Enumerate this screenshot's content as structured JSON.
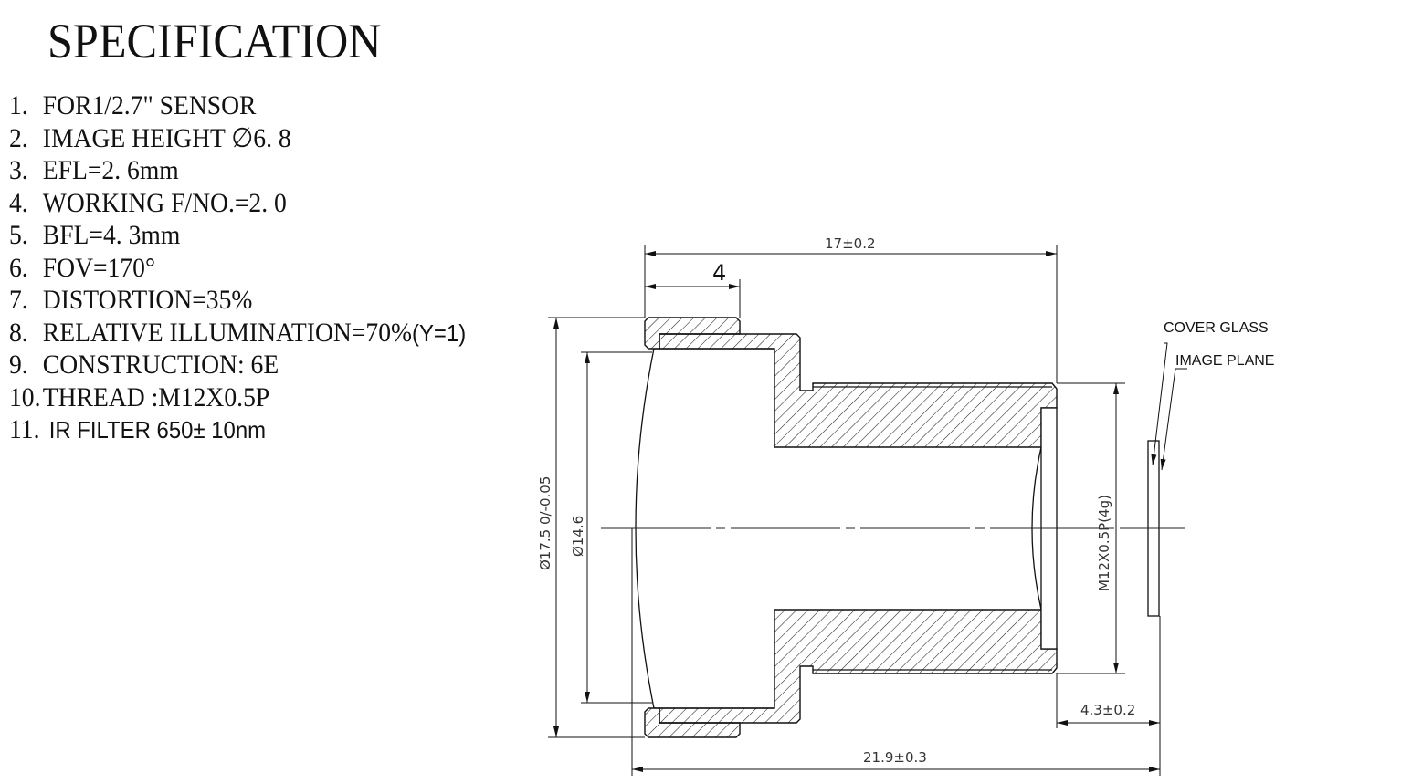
{
  "title": "SPECIFICATION",
  "specs": [
    {
      "num": "1.",
      "text": "FOR1/2.7\" SENSOR"
    },
    {
      "num": "2.",
      "text": "IMAGE HEIGHT   ∅6. 8"
    },
    {
      "num": "3.",
      "text": "EFL=2. 6mm"
    },
    {
      "num": "4.",
      "text": "WORKING  F/NO.=2. 0"
    },
    {
      "num": "5.",
      "text": "BFL=4. 3mm"
    },
    {
      "num": "6.",
      "text": "FOV=170°"
    },
    {
      "num": "7.",
      "text": "DISTORTION=35%"
    },
    {
      "num": "8.",
      "text": "RELATIVE ILLUMINATION=70%",
      "suffix": "(Y=1)"
    },
    {
      "num": "9.",
      "text": "CONSTRUCTION: 6E"
    },
    {
      "num": "10.",
      "text": "THREAD :M12X0.5P"
    },
    {
      "num": "11.",
      "text": "",
      "suffix": "IR FILTER 650± 10nm"
    }
  ],
  "drawing": {
    "dim_total_length": "17±0.2",
    "dim_flange": "4",
    "dim_outer_diameter": "Ø17.5 0/-0.05",
    "dim_aperture_diameter": "Ø14.6",
    "dim_thread": "M12X0.5P(4g)",
    "dim_bfl": "4.3±0.2",
    "dim_overall": "21.9±0.3",
    "label_cover_glass": "COVER GLASS",
    "label_image_plane": "IMAGE PLANE"
  }
}
